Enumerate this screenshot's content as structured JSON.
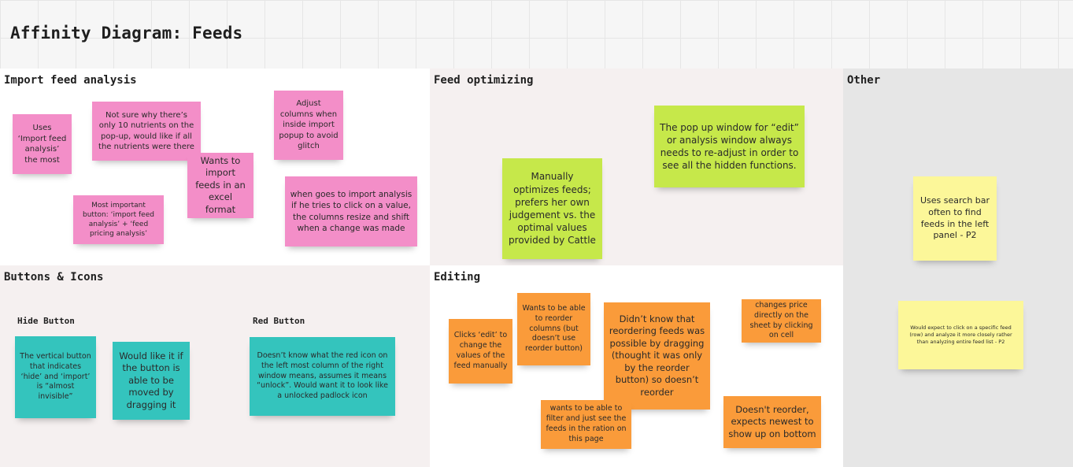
{
  "board": {
    "title": "Affinity Diagram: Feeds"
  },
  "sections": {
    "import": {
      "title": "Import feed analysis",
      "notes": [
        "Uses ‘Import feed analysis’ the most",
        "Not sure why there’s only 10 nutrients on the pop-up, would like if all the nutrients were there",
        "Adjust columns when inside import popup to avoid glitch",
        "Wants to import feeds in an excel format",
        "Most important button: ‘import feed analysis’ + ‘feed pricing analysis’",
        "when goes to import analysis if he tries to click on a value, the columns resize and shift when a change was made"
      ]
    },
    "optimizing": {
      "title": "Feed optimizing",
      "notes": [
        "Manually optimizes feeds; prefers her own judgement vs. the optimal values provided by Cattle",
        "The pop up window for “edit” or analysis window always needs to re-adjust in order to see all the hidden functions."
      ]
    },
    "other": {
      "title": "Other",
      "notes": [
        "Uses search bar often to find feeds in the left panel - P2",
        "Would expect to click on a specific feed (row) and analyze it more closely rather than analyzing entire feed list - P2"
      ]
    },
    "buttons": {
      "title": "Buttons & Icons",
      "hide_label": "Hide Button",
      "red_label": "Red Button",
      "notes": [
        "The vertical button that indicates ‘hide’ and ‘import’ is “almost invisible”",
        "Would like it if the button is able to be moved by dragging it",
        "Doesn’t know what the red icon on the left most column of the right window means, assumes it means “unlock”. Would want it to look like a unlocked padlock icon"
      ]
    },
    "editing": {
      "title": "Editing",
      "notes": [
        "Clicks ‘edit’ to change the values of the feed manually",
        "Wants to be able to reorder columns (but doesn’t use reorder button)",
        "Didn’t know that reordering feeds was possible by dragging (thought it was only by the reorder button) so doesn’t reorder",
        "changes price directly on the sheet by clicking on cell",
        "wants to be able to filter and just see the feeds in the ration on this page",
        "Doesn't reorder, expects newest to show up on bottom"
      ]
    }
  },
  "colors": {
    "pink": "#f38ec8",
    "green": "#c6e84a",
    "teal": "#34c4bd",
    "orange": "#fa9b3a",
    "yellow": "#fcf799"
  }
}
